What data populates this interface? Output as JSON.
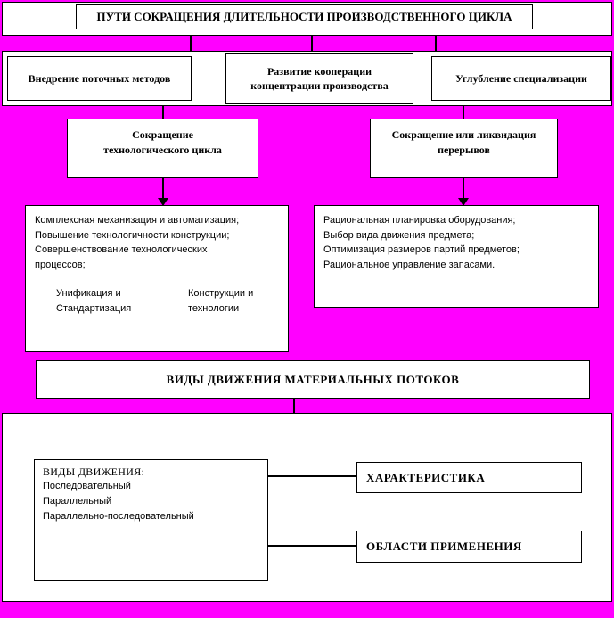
{
  "colors": {
    "background": "#ff00ff",
    "box_background": "#ffffff",
    "line": "#000000"
  },
  "header": {
    "title": "ПУТИ СОКРАЩЕНИЯ ДЛИТЕЛЬНОСТИ ПРОИЗВОДСТВЕННОГО ЦИКЛА"
  },
  "methods": {
    "flow": "Внедрение поточных методов",
    "cooperation_lines": [
      "Развитие кооперации",
      "концентрации производства"
    ],
    "specialization": "Углубление специализации"
  },
  "tech_branch": {
    "header_lines": [
      "Сокращение",
      "технологического цикла"
    ],
    "items": [
      "Комплексная механизация и автоматизация;",
      "Повышение технологичности конструкции;",
      "Совершенствование технологических",
      "процессов;"
    ],
    "sub_left": [
      "Унификация и",
      "Стандартизация"
    ],
    "sub_right": [
      "Конструкции и",
      "технологии"
    ]
  },
  "breaks_branch": {
    "header_lines": [
      "Сокращение или ликвидация",
      "перерывов"
    ],
    "items": [
      "Рациональная планировка оборудования;",
      "Выбор вида движения предмета;",
      "Оптимизация размеров партий предметов;",
      "Рациональное управление запасами."
    ]
  },
  "flows_banner": "ВИДЫ ДВИЖЕНИЯ МАТЕРИАЛЬНЫХ ПОТОКОВ",
  "movement": {
    "types_header": "ВИДЫ ДВИЖЕНИЯ:",
    "types": [
      "Последовательный",
      "Параллельный",
      "Параллельно-последовательный"
    ],
    "characteristic": "ХАРАКТЕРИСТИКА",
    "application": "ОБЛАСТИ ПРИМЕНЕНИЯ"
  }
}
